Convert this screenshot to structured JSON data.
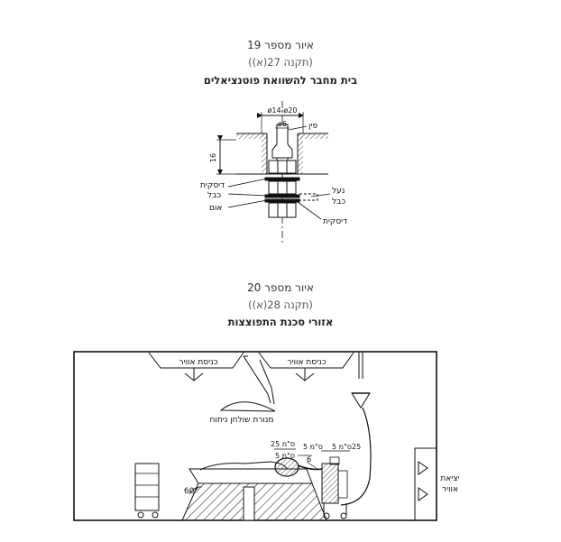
{
  "figure19": {
    "title": "איור מספר 19",
    "reg": "(תקנה 27(א))",
    "subtitle": "בית מחבר להשוואת פוטנציאלים",
    "dims": {
      "outer": "ø14-ø20",
      "inner": "ø6",
      "depth": "16"
    },
    "labels": {
      "pin": "פין",
      "washer_left": "דיסקית",
      "cable": "כבל",
      "nut": "אום",
      "cable_shoe_1": "נעל",
      "cable_shoe_2": "כבל",
      "washer_right": "דיסקית"
    }
  },
  "figure20": {
    "title": "איור מספר 20",
    "reg": "(תקנה 28(א))",
    "subtitle": "אזורי סכנת התפוצצות",
    "labels": {
      "air_inlet_1": "כניסת אוויר",
      "air_inlet_2": "כניסת אוויר",
      "lamp": "מנורת שולחן ניתוח",
      "air_outlet_1": "יציאת",
      "air_outlet_2": "אוויר",
      "cm25_a": "25 ס\"מ",
      "cm5_a": "5 ס\"מ",
      "cm5_b": "5 ס\"מ",
      "cm5_c": "5 ס\"מ",
      "cm25_b": "25",
      "six": "6",
      "angle": "60°"
    }
  }
}
